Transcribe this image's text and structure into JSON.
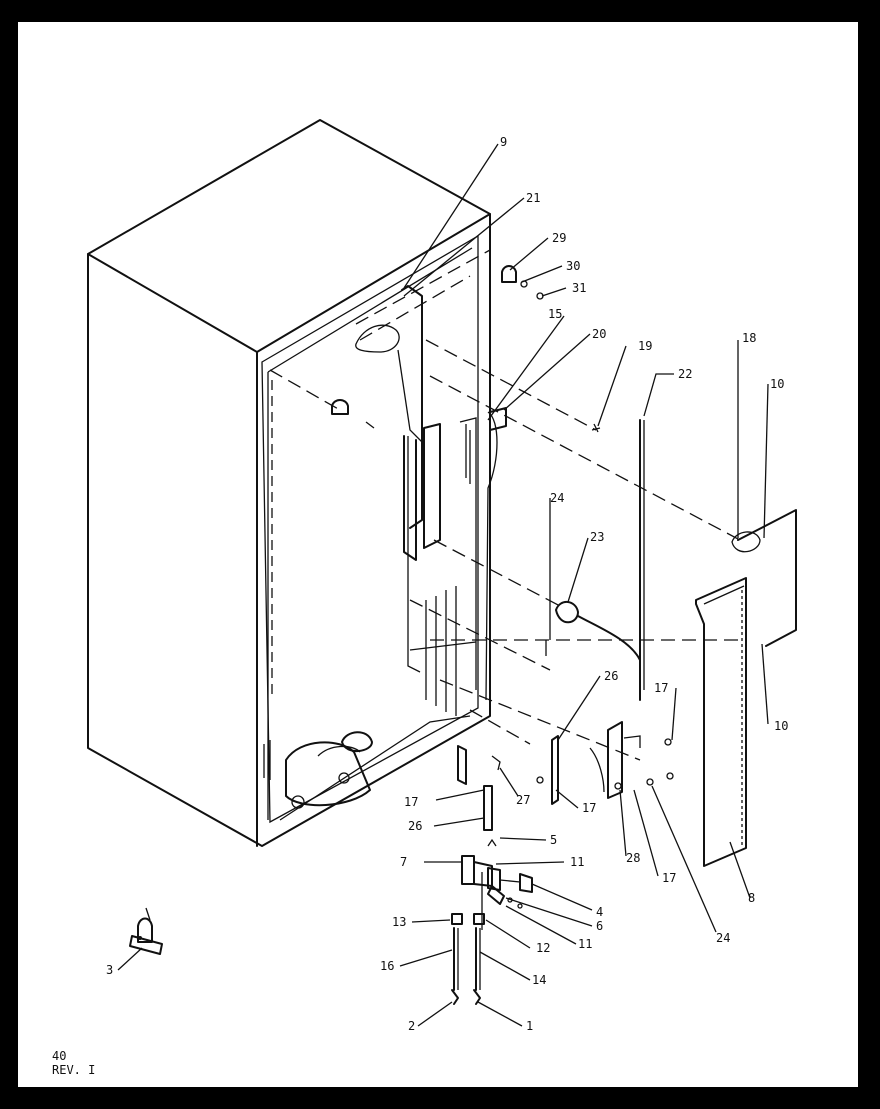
{
  "callouts": [
    {
      "id": "c9",
      "text": "9"
    },
    {
      "id": "c21",
      "text": "21"
    },
    {
      "id": "c29",
      "text": "29"
    },
    {
      "id": "c30",
      "text": "30"
    },
    {
      "id": "c31",
      "text": "31"
    },
    {
      "id": "c15",
      "text": "15"
    },
    {
      "id": "c20",
      "text": "20"
    },
    {
      "id": "c19",
      "text": "19"
    },
    {
      "id": "c22",
      "text": "22"
    },
    {
      "id": "c18",
      "text": "18"
    },
    {
      "id": "c10a",
      "text": "10"
    },
    {
      "id": "c24a",
      "text": "24"
    },
    {
      "id": "c23",
      "text": "23"
    },
    {
      "id": "c26a",
      "text": "26"
    },
    {
      "id": "c17a",
      "text": "17"
    },
    {
      "id": "c10b",
      "text": "10"
    },
    {
      "id": "c17b",
      "text": "17"
    },
    {
      "id": "c27",
      "text": "27"
    },
    {
      "id": "c17c",
      "text": "17"
    },
    {
      "id": "c26b",
      "text": "26"
    },
    {
      "id": "c5",
      "text": "5"
    },
    {
      "id": "c7",
      "text": "7"
    },
    {
      "id": "c11a",
      "text": "11"
    },
    {
      "id": "c28",
      "text": "28"
    },
    {
      "id": "c17d",
      "text": "17"
    },
    {
      "id": "c8",
      "text": "8"
    },
    {
      "id": "c4",
      "text": "4"
    },
    {
      "id": "c6",
      "text": "6"
    },
    {
      "id": "c13",
      "text": "13"
    },
    {
      "id": "c12",
      "text": "12"
    },
    {
      "id": "c11b",
      "text": "11"
    },
    {
      "id": "c24b",
      "text": "24"
    },
    {
      "id": "c16",
      "text": "16"
    },
    {
      "id": "c14",
      "text": "14"
    },
    {
      "id": "c3",
      "text": "3"
    },
    {
      "id": "c2",
      "text": "2"
    },
    {
      "id": "c1",
      "text": "1"
    }
  ],
  "footer": {
    "page_number": "40",
    "revision": "REV. I"
  }
}
